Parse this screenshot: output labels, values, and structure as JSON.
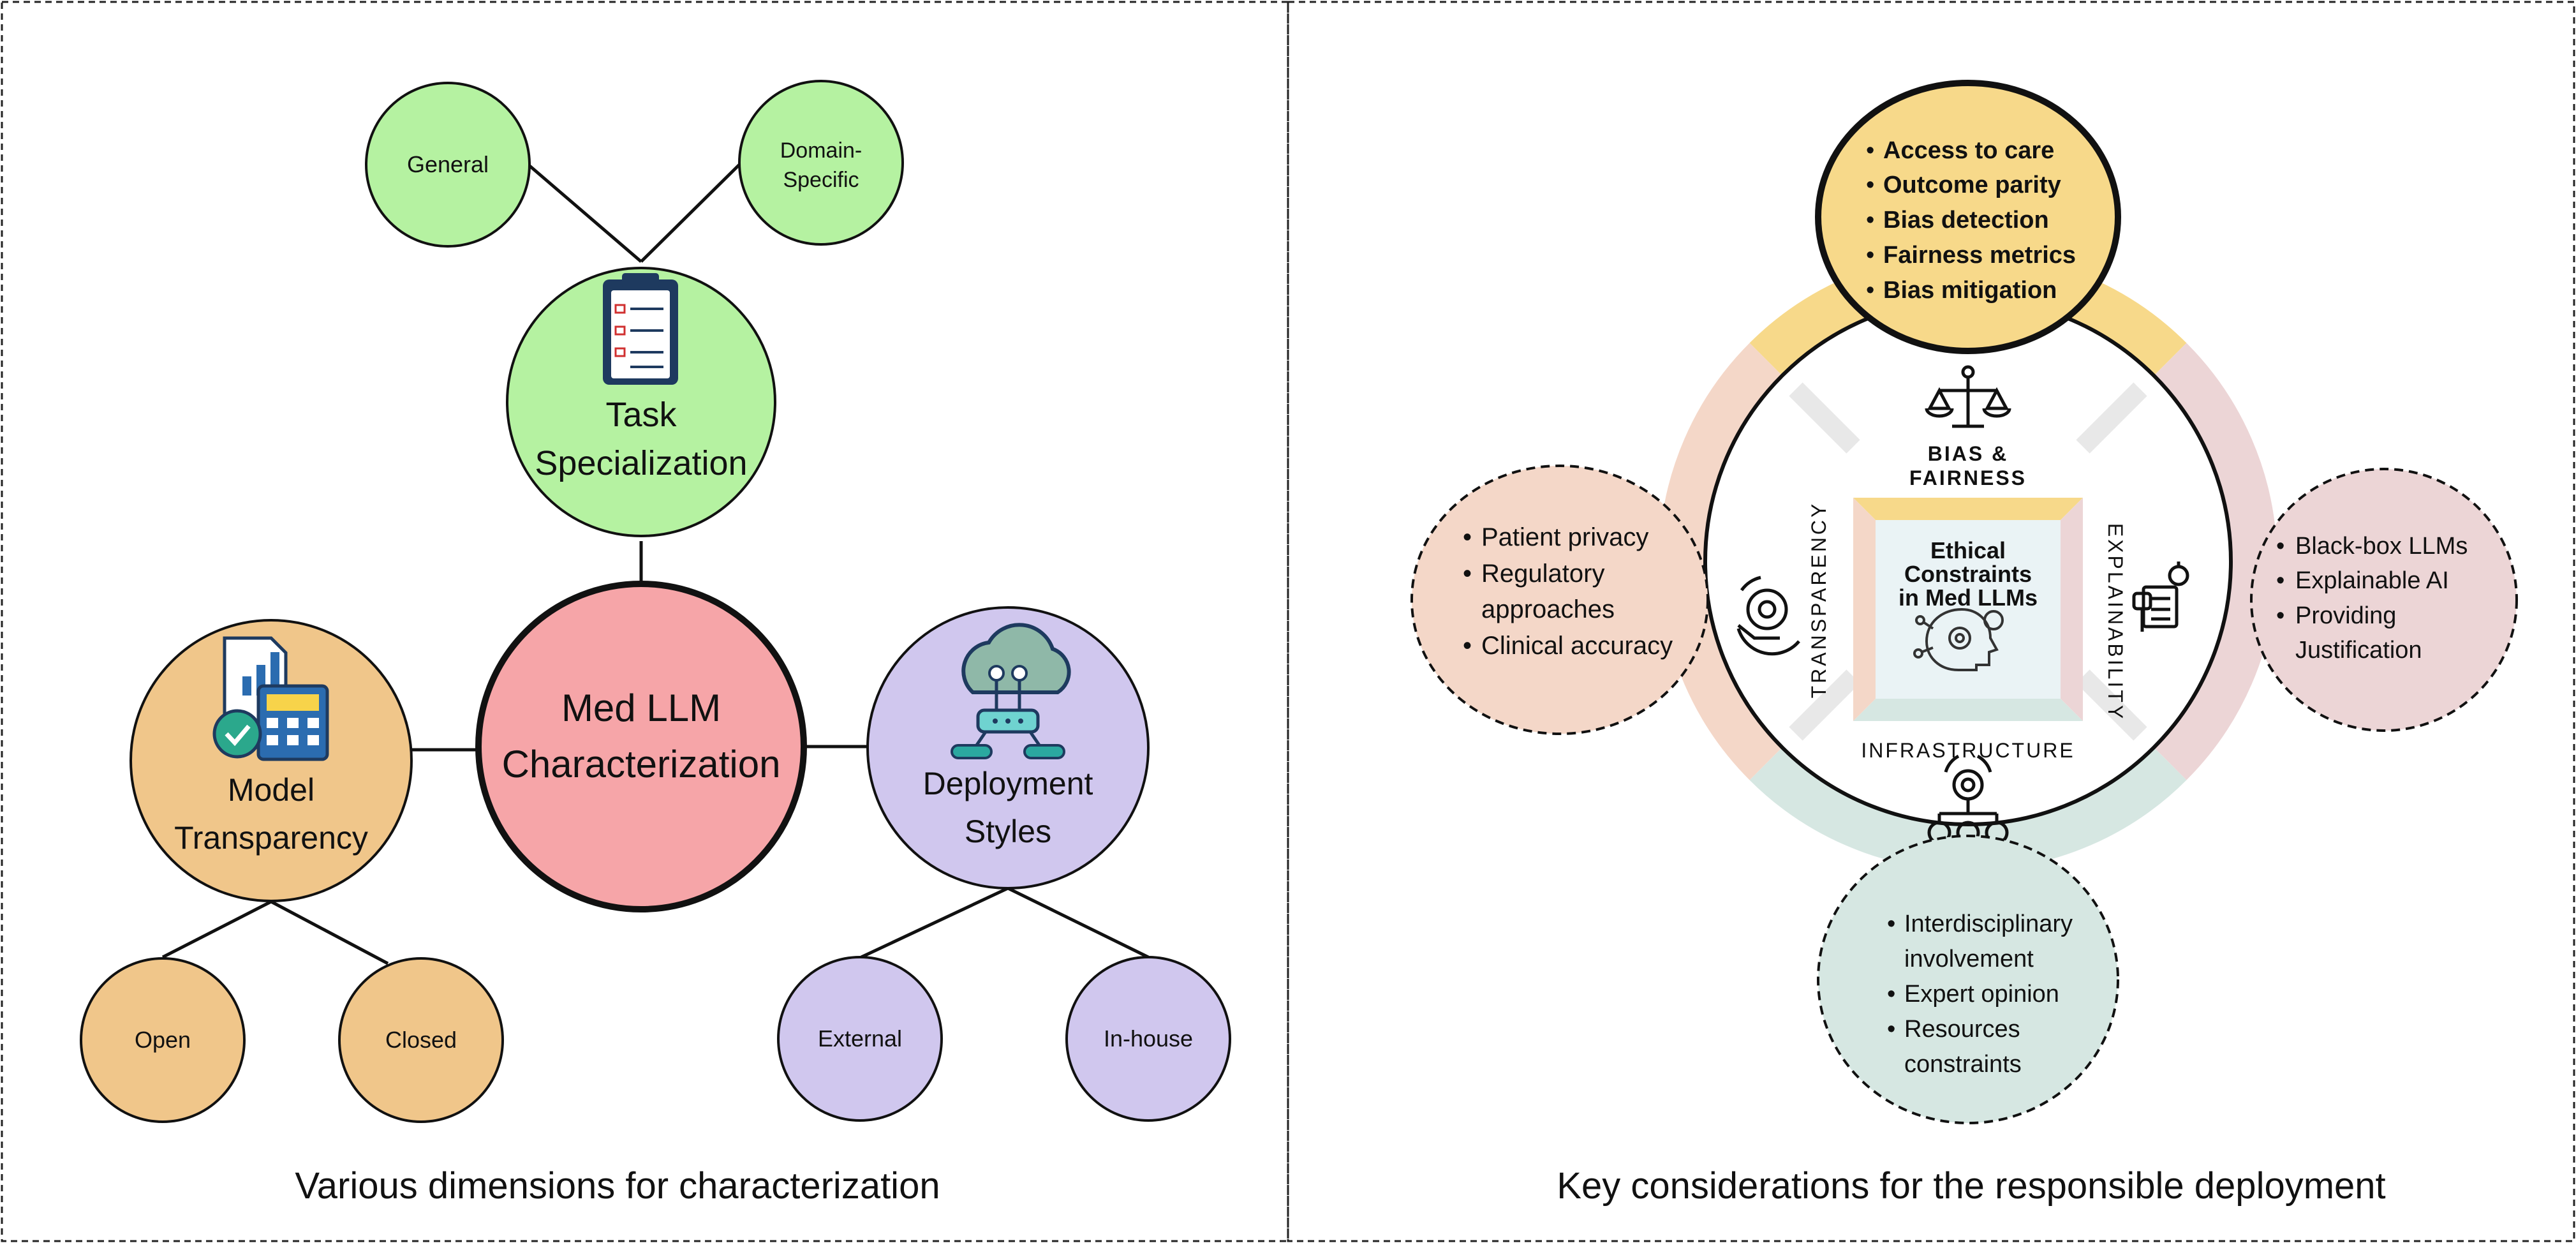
{
  "left_panel": {
    "caption": "Various dimensions for characterization",
    "center": {
      "line1": "Med LLM",
      "line2": "Characterization"
    },
    "task": {
      "line1": "Task",
      "line2": "Specialization",
      "children": [
        {
          "label": "General"
        },
        {
          "line1": "Domain-",
          "line2": "Specific"
        }
      ]
    },
    "model": {
      "line1": "Model",
      "line2": "Transparency",
      "children": [
        {
          "label": "Open"
        },
        {
          "label": "Closed"
        }
      ]
    },
    "deploy": {
      "line1": "Deployment",
      "line2": "Styles",
      "children": [
        {
          "label": "External"
        },
        {
          "label": "In-house"
        }
      ]
    }
  },
  "right_panel": {
    "caption": "Key considerations for the responsible deployment",
    "center": {
      "line1": "Ethical",
      "line2": "Constraints",
      "line3": "in Med LLMs"
    },
    "ring_labels": {
      "bias_line1": "BIAS &",
      "bias_line2": "FAIRNESS",
      "transparency": "TRANSPARENCY",
      "explainability": "EXPLAINABILITY",
      "infrastructure": "INFRASTRUCTURE"
    },
    "bias_items": [
      "Access to care",
      "Outcome parity",
      "Bias detection",
      "Fairness metrics",
      "Bias mitigation"
    ],
    "transparency_items": [
      "Patient privacy",
      "Regulatory",
      "approaches",
      "Clinical accuracy"
    ],
    "explainability_items": [
      "Black-box LLMs",
      "Explainable AI",
      "Providing",
      "Justification"
    ],
    "infrastructure_items": [
      "Interdisciplinary",
      "involvement",
      "Expert opinion",
      "Resources",
      "constraints"
    ]
  },
  "colors": {
    "green": "#b5f2a1",
    "orange": "#f0c68a",
    "purple": "#d0c7ee",
    "pink": "#f6a5a8",
    "yellow": "#f7d98a",
    "peach": "#f4d7c8",
    "rose": "#ecd5d6",
    "teal": "#d6e7e2"
  }
}
